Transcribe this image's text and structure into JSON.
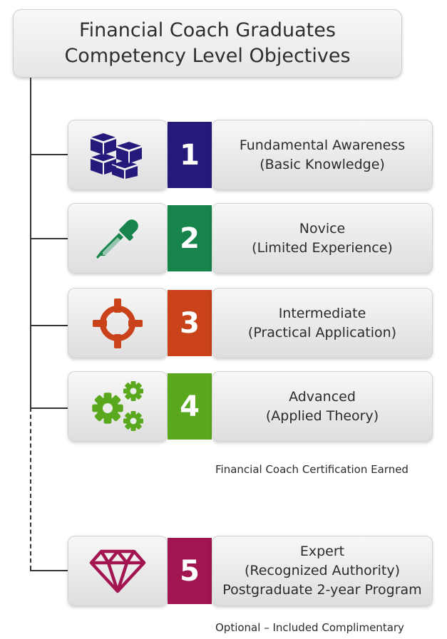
{
  "title": {
    "line1": "Financial Coach Graduates",
    "line2": "Competency Level Objectives"
  },
  "levels": [
    {
      "number": "1",
      "line1": "Fundamental Awareness",
      "line2": "(Basic Knowledge)",
      "color": "#251a7c",
      "icon": "cubes-icon"
    },
    {
      "number": "2",
      "line1": "Novice",
      "line2": "(Limited Experience)",
      "color": "#17844c",
      "icon": "eyedropper-icon"
    },
    {
      "number": "3",
      "line1": "Intermediate",
      "line2": "(Practical Application)",
      "color": "#c9421a",
      "icon": "crosshair-icon"
    },
    {
      "number": "4",
      "line1": "Advanced",
      "line2": "(Applied Theory)",
      "color": "#5aa81d",
      "icon": "gears-icon"
    },
    {
      "number": "5",
      "line1": "Expert",
      "line2": "(Recognized Authority)",
      "line3": "Postgraduate 2-year Program",
      "color": "#a31550",
      "icon": "diamond-icon"
    }
  ],
  "notes": {
    "certification": "Financial Coach Certification Earned",
    "optional": "Optional – Included Complimentary"
  }
}
